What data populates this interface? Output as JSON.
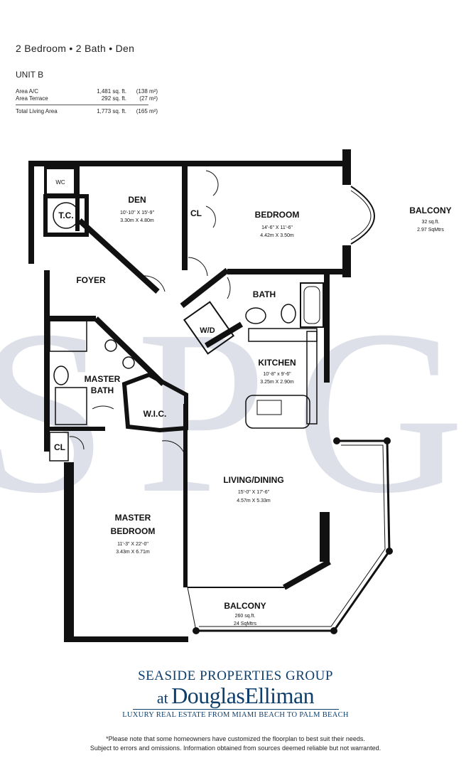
{
  "header": {
    "title": "2 Bedroom • 2 Bath • Den",
    "unit": "UNIT B",
    "areas": [
      {
        "label": "Area A/C",
        "sqft": "1,481 sq. ft.",
        "metric": "(138 m²)"
      },
      {
        "label": "Area Terrace",
        "sqft": "292 sq. ft.",
        "metric": "(27 m²)"
      }
    ],
    "total": {
      "label": "Total Living Area",
      "sqft": "1,773 sq. ft.",
      "metric": "(165 m²)"
    }
  },
  "watermark": {
    "text": "SPG",
    "color": "#dde0e8"
  },
  "rooms": {
    "wc": {
      "name": "WC"
    },
    "tc": {
      "name": "T.C."
    },
    "den": {
      "name": "DEN",
      "dim_imperial": "10'-10\" X 15'-9\"",
      "dim_metric": "3.30m X 4.80m"
    },
    "cl_bedroom": {
      "name": "CL"
    },
    "bedroom": {
      "name": "BEDROOM",
      "dim_imperial": "14'-6\" X 11'-6\"",
      "dim_metric": "4.42m X 3.50m"
    },
    "balcony_small": {
      "name": "BALCONY",
      "area_sqft": "32 sq.ft.",
      "area_sqm": "2.97 SqMtrs"
    },
    "foyer": {
      "name": "FOYER"
    },
    "bath": {
      "name": "BATH"
    },
    "wd": {
      "name": "W/D"
    },
    "kitchen": {
      "name": "KITCHEN",
      "dim_imperial": "10'-8\" x 9'-6\"",
      "dim_metric": "3.25m X 2.90m"
    },
    "master_bath": {
      "name_line1": "MASTER",
      "name_line2": "BATH"
    },
    "wic": {
      "name": "W.I.C."
    },
    "cl_master": {
      "name": "CL"
    },
    "living": {
      "name": "LIVING/DINING",
      "dim_imperial": "15'-0\" X 17'-6\"",
      "dim_metric": "4.57m X 5.33m"
    },
    "master_bedroom": {
      "name_line1": "MASTER",
      "name_line2": "BEDROOM",
      "dim_imperial": "11'-3\" X 22'-0\"",
      "dim_metric": "3.43m X 6.71m"
    },
    "balcony_large": {
      "name": "BALCONY",
      "area_sqft": "260 sq.ft.",
      "area_sqm": "24 SqMtrs"
    }
  },
  "branding": {
    "group": "SEASIDE PROPERTIES GROUP",
    "at": "at",
    "company": "DouglasElliman",
    "tagline": "LUXURY REAL ESTATE FROM MIAMI BEACH TO PALM BEACH",
    "color": "#0e3e6b"
  },
  "disclaimer": {
    "line1": "*Please note that some homeowners have customized the floorplan to best suit their needs.",
    "line2": "Subject to errors and omissions. Information obtained from sources deemed reliable but not warranted."
  }
}
